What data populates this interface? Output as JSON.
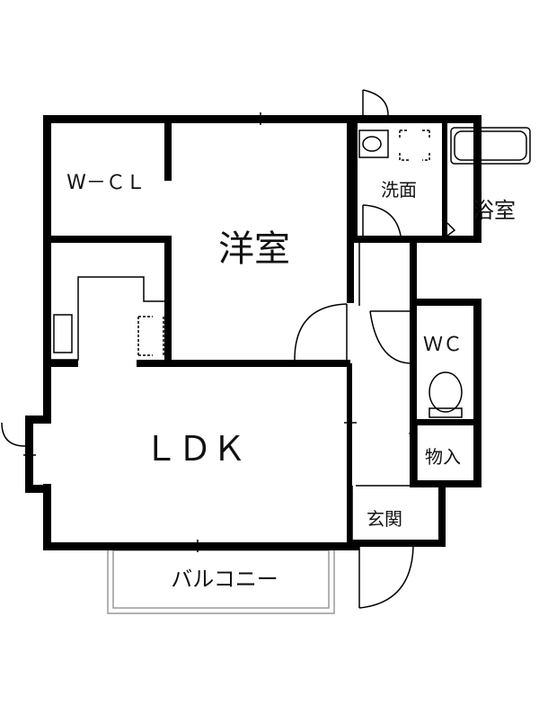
{
  "rooms": {
    "wcl": "W－ＣＬ",
    "western_room": "洋室",
    "washroom": "洗面",
    "bathroom": "浴室",
    "ldk": "ＬＤＫ",
    "wc": "ＷＣ",
    "storage": "物入",
    "entrance": "玄関",
    "balcony": "バルコニー"
  }
}
